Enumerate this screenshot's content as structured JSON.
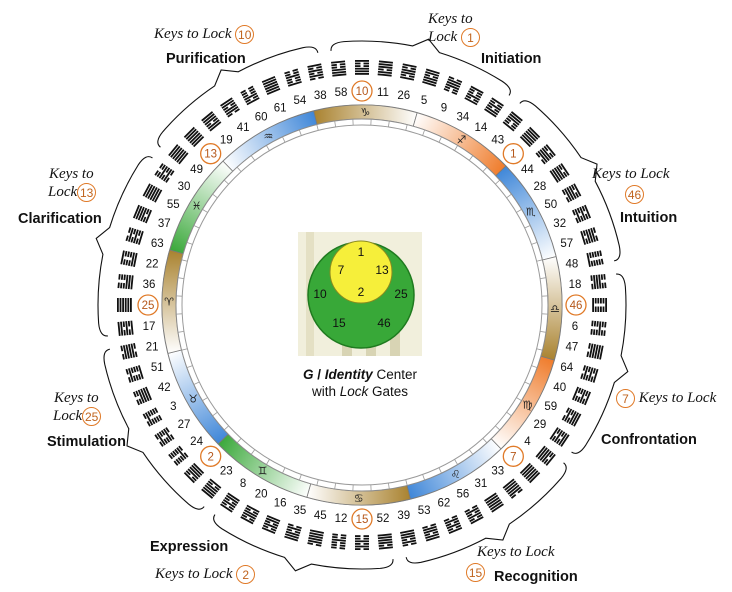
{
  "keys_text": {
    "keys_to": "Keys to",
    "lock": "Lock",
    "keys_to_lock": "Keys to Lock"
  },
  "quadrants": [
    {
      "name": "Purification",
      "key": "10"
    },
    {
      "name": "Initiation",
      "key": "1"
    },
    {
      "name": "Intuition",
      "key": "46"
    },
    {
      "name": "Confrontation",
      "key": "7"
    },
    {
      "name": "Recognition",
      "key": "15"
    },
    {
      "name": "Expression",
      "key": "2"
    },
    {
      "name": "Stimulation",
      "key": "25"
    },
    {
      "name": "Clarification",
      "key": "13"
    }
  ],
  "gates": [
    "58",
    "10",
    "11",
    "26",
    "5",
    "9",
    "34",
    "14",
    "43",
    "1",
    "44",
    "28",
    "50",
    "32",
    "57",
    "48",
    "18",
    "46",
    "6",
    "47",
    "64",
    "40",
    "59",
    "29",
    "4",
    "7",
    "33",
    "31",
    "56",
    "62",
    "53",
    "39",
    "52",
    "15",
    "12",
    "45",
    "35",
    "16",
    "20",
    "8",
    "23",
    "2",
    "24",
    "27",
    "3",
    "42",
    "51",
    "21",
    "17",
    "25",
    "36",
    "22",
    "63",
    "37",
    "55",
    "30",
    "49",
    "13",
    "19",
    "41",
    "60",
    "61",
    "54",
    "38"
  ],
  "lock_gates": [
    "10",
    "1",
    "46",
    "7",
    "15",
    "2",
    "25",
    "13"
  ],
  "center": {
    "title_g": "G",
    "title_sep": " / ",
    "title_identity": "Identity",
    "title_center": " Center",
    "subtitle_with": "with ",
    "subtitle_lock": "Lock",
    "subtitle_gates": " Gates",
    "inner_gates": [
      "1",
      "7",
      "13",
      "2"
    ],
    "outer_gates": [
      "10",
      "25",
      "15",
      "46"
    ]
  },
  "zodiac_glyphs": [
    "♑",
    "♐",
    "♏",
    "♎",
    "♍",
    "♌",
    "♋",
    "♊",
    "♉",
    "♈",
    "♓",
    "♒"
  ],
  "colors": {
    "orange": "#ef7b2a",
    "blue": "#3e86d8",
    "brown": "#a9822f",
    "green": "#3aa83a",
    "lock_ring": "#e07a28",
    "g_outer": "#33a033",
    "g_inner": "#f4ee3a"
  }
}
